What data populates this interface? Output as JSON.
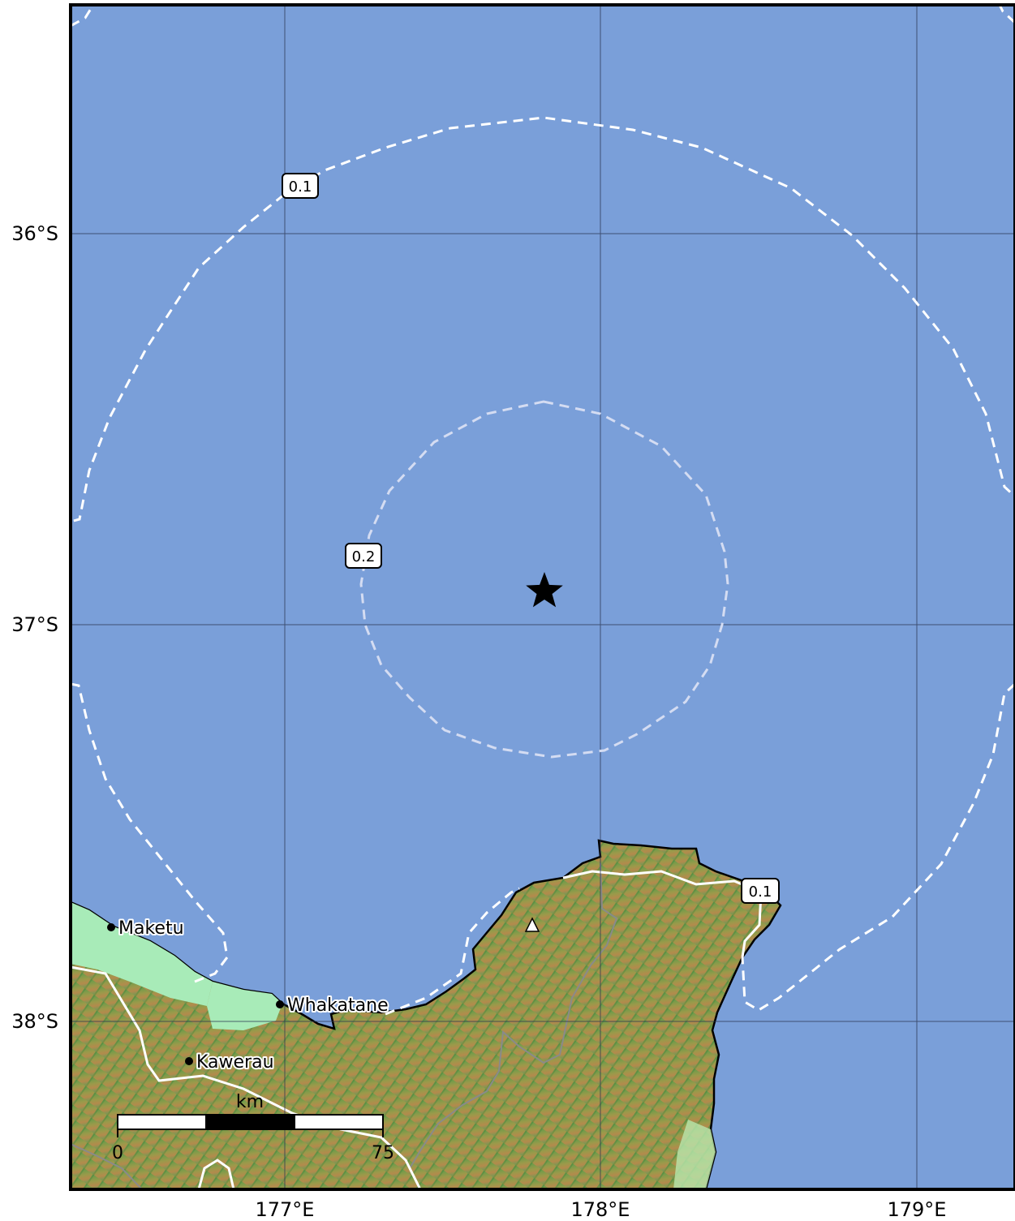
{
  "map": {
    "lat_ticks": [
      "36°S",
      "37°S",
      "38°S"
    ],
    "lon_ticks": [
      "177°E",
      "178°E",
      "179°E"
    ],
    "epicenter_icon": "star-icon",
    "volcano_icon": "triangle-icon",
    "contours": [
      {
        "value": "0.1",
        "label": "0.1"
      },
      {
        "value": "0.2",
        "label": "0.2"
      },
      {
        "value": "0.1",
        "label": "0.1"
      }
    ],
    "cities": [
      {
        "name": "Maketu"
      },
      {
        "name": "Whakatane"
      },
      {
        "name": "Kawerau"
      }
    ],
    "scale_bar": {
      "unit": "km",
      "start": "0",
      "end": "75"
    },
    "colors": {
      "ocean": "#7a9fd9",
      "land_low": "#a8ebb8",
      "land_mid": "#6fa85a",
      "land_high": "#b5894a",
      "contour": "#ffffff"
    }
  }
}
